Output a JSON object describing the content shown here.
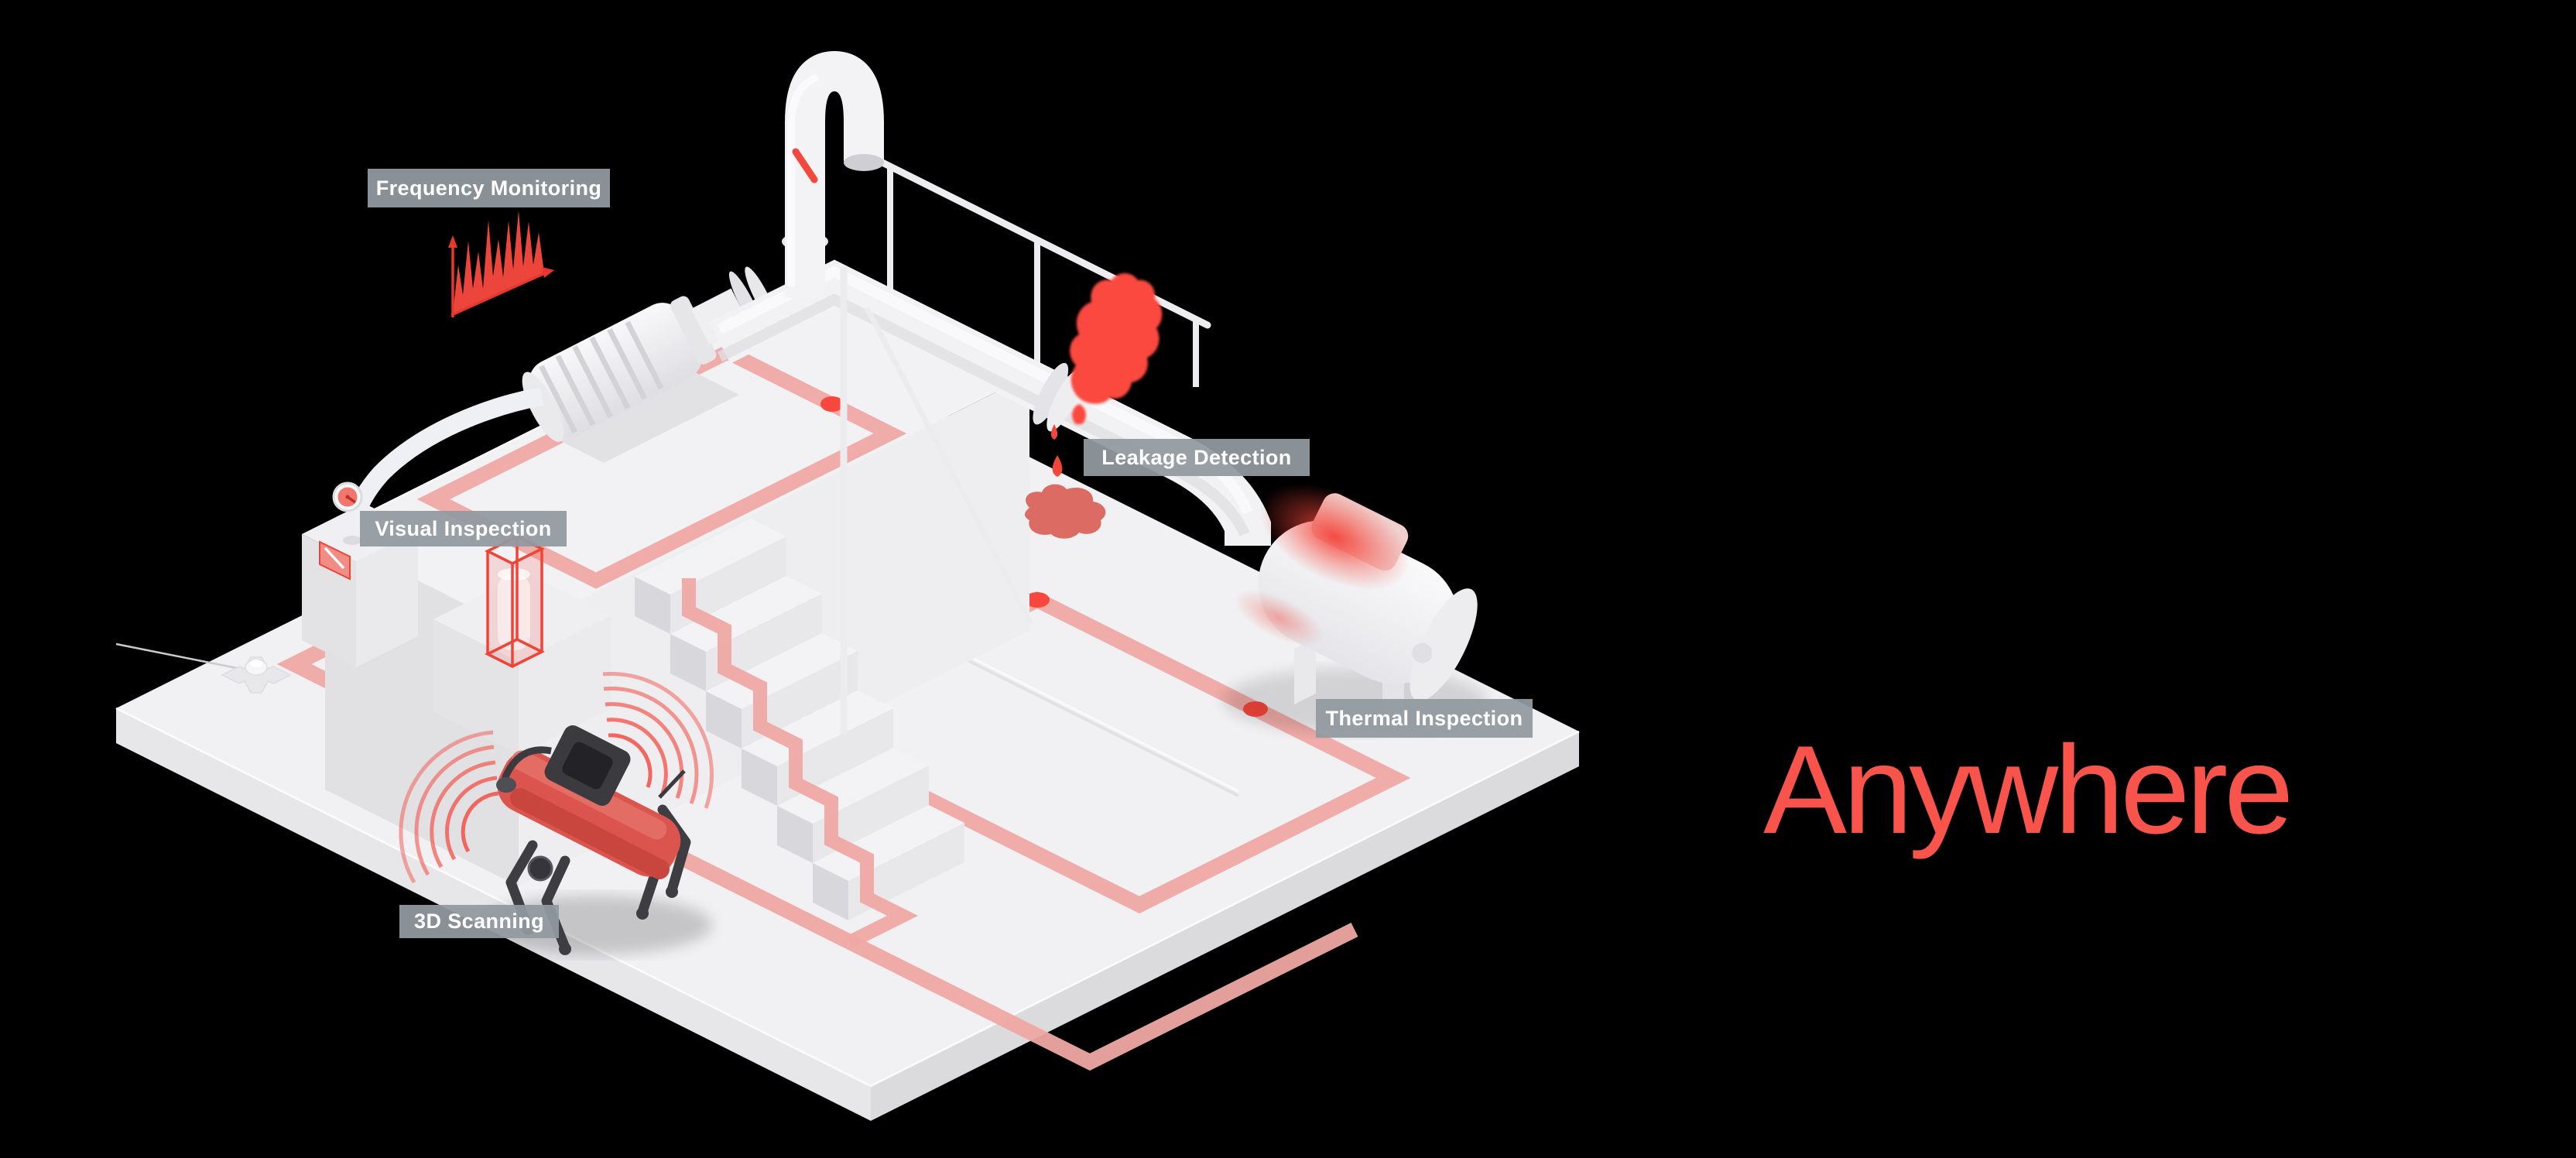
{
  "page": {
    "background_color": "#000000"
  },
  "headline": {
    "text": "Anywhere",
    "color": "#F9544C"
  },
  "annotations": [
    {
      "id": "frequency-monitoring",
      "text": "Frequency Monitoring"
    },
    {
      "id": "visual-inspection",
      "text": "Visual Inspection"
    },
    {
      "id": "leakage-detection",
      "text": "Leakage Detection"
    },
    {
      "id": "thermal-inspection",
      "text": "Thermal Inspection"
    },
    {
      "id": "3d-scanning",
      "text": "3D Scanning"
    }
  ],
  "colors": {
    "label_background": "#929AA0",
    "label_text": "#FFFFFF",
    "accent_red": "#F84B40",
    "patrol_path_pink": "#EFA8A3",
    "robot_red": "#DC544E",
    "surface_white": "#F2F2F4"
  }
}
